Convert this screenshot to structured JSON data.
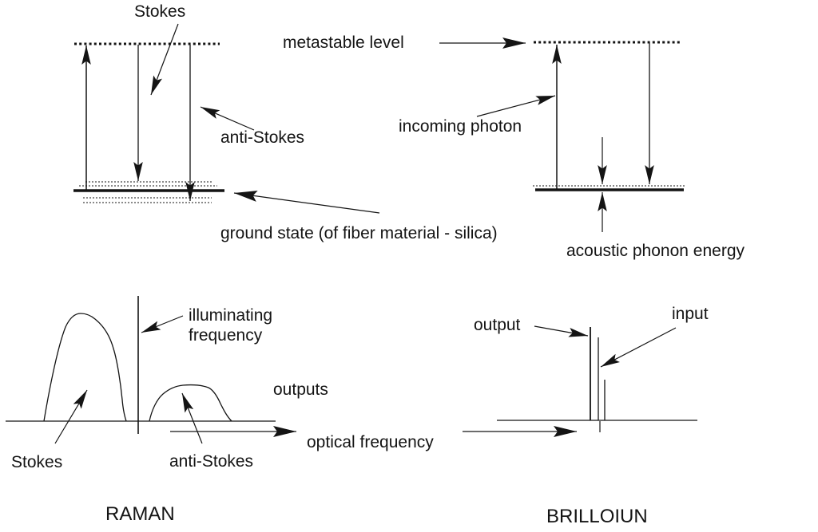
{
  "figure": {
    "background": "#ffffff",
    "ink": "#141414",
    "description_left_title": "RAMAN",
    "description_right_title": "BRILLOIUN"
  },
  "energy_level_panel": {
    "stokes": "Stokes",
    "metastable": "metastable level",
    "anti_stokes": "anti-Stokes",
    "incoming_photon": "incoming photon",
    "ground_state": "ground state (of fiber material - silica)",
    "acoustic_phonon": "acoustic phonon energy"
  },
  "spectrum_panel": {
    "raman": {
      "illuminating": "illuminating\nfrequency",
      "outputs": "outputs",
      "optical_frequency": "optical frequency",
      "stokes": "Stokes",
      "anti_stokes": "anti-Stokes",
      "title": "RAMAN"
    },
    "brillouin": {
      "output": "output",
      "input": "input",
      "title": "BRILLOIUN"
    }
  }
}
